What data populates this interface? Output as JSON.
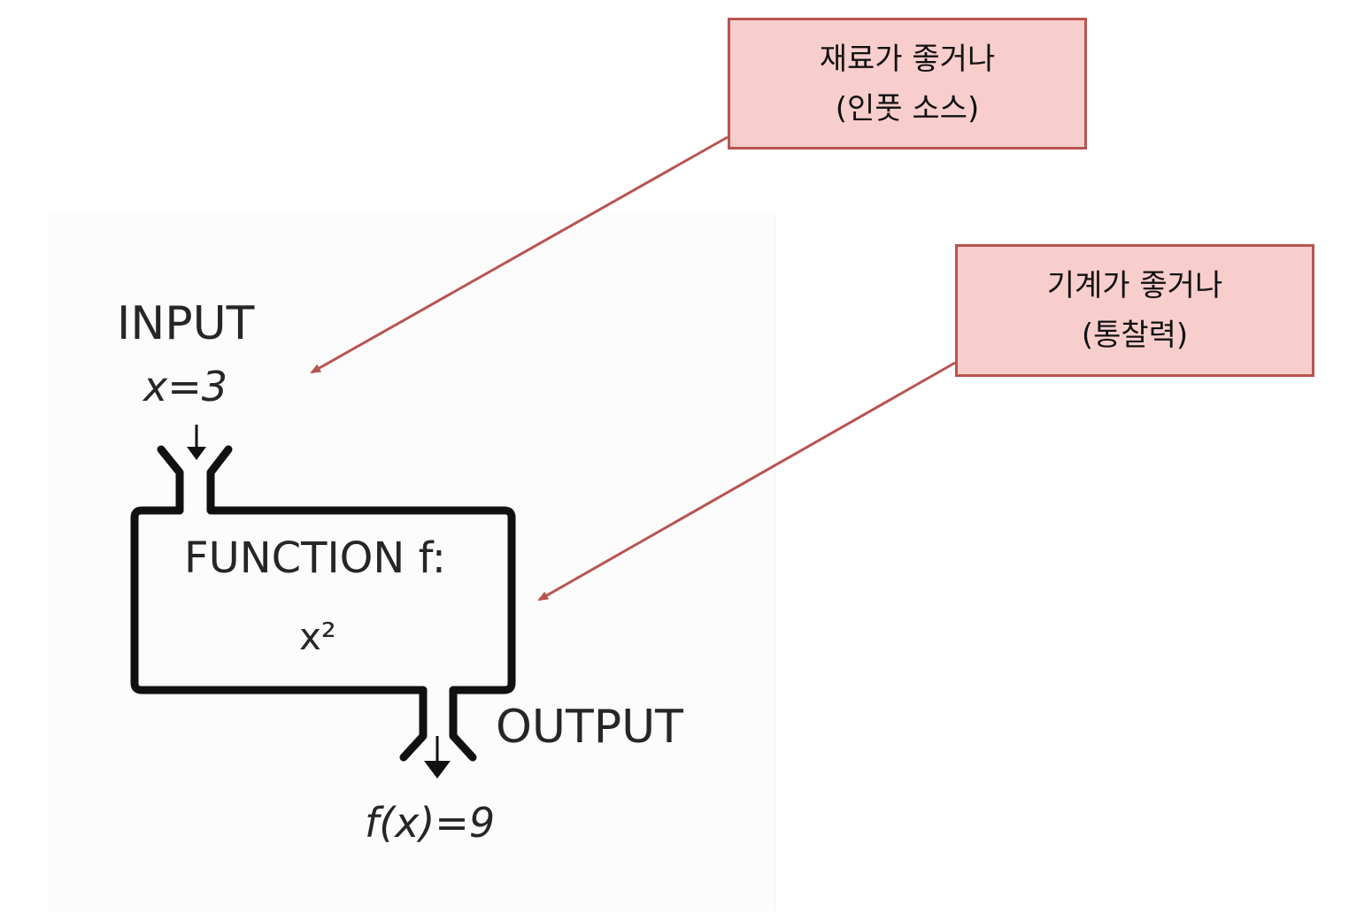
{
  "callouts": [
    {
      "line1": "재료가 좋거나",
      "line2": "(인풋 소스)"
    },
    {
      "line1": "기계가 좋거나",
      "line2": "(통찰력)"
    }
  ],
  "function_machine": {
    "input_label": "INPUT",
    "input_value": "x=3",
    "function_label": "FUNCTION f:",
    "function_expr": "x²",
    "output_label": "OUTPUT",
    "output_value": "f(x)=9"
  },
  "colors": {
    "callout_fill": "#f8cecc",
    "callout_border": "#b85450",
    "arrow": "#b85450",
    "machine_stroke": "#111111"
  }
}
